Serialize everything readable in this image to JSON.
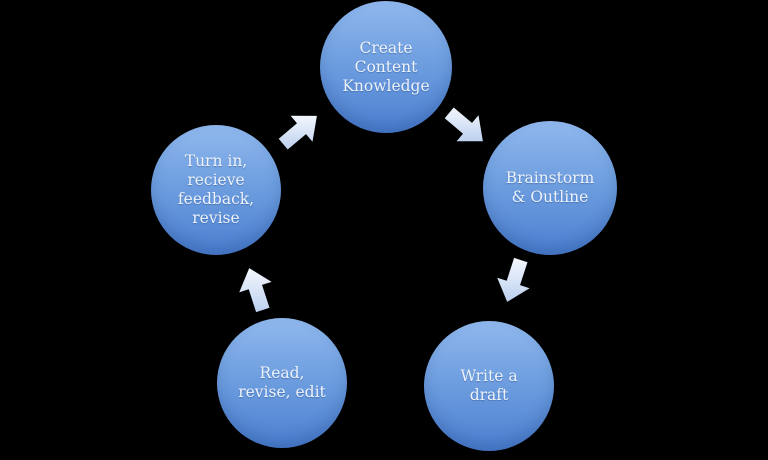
{
  "colors": {
    "background": "#000000",
    "node_fill_top": "#90b8ed",
    "node_fill_bottom": "#4c80d1",
    "node_text": "#eef3fb",
    "arrow_fill_light": "#f3f7fd",
    "arrow_fill_dark": "#bdd0ef"
  },
  "diagram": {
    "type": "cycle",
    "nodes": [
      {
        "id": "create-content-knowledge",
        "label": "Create\nContent\nKnowledge"
      },
      {
        "id": "brainstorm-outline",
        "label": "Brainstorm\n& Outline"
      },
      {
        "id": "write-a-draft",
        "label": "Write a\ndraft"
      },
      {
        "id": "read-revise-edit",
        "label": "Read,\nrevise, edit"
      },
      {
        "id": "turn-in-recieve-feedback-revise",
        "label": "Turn in,\nrecieve\nfeedback,\nrevise"
      }
    ],
    "arrows": [
      {
        "from": "turn-in-recieve-feedback-revise",
        "to": "create-content-knowledge",
        "direction": "up-right"
      },
      {
        "from": "create-content-knowledge",
        "to": "brainstorm-outline",
        "direction": "down-right"
      },
      {
        "from": "brainstorm-outline",
        "to": "write-a-draft",
        "direction": "down-left"
      },
      {
        "from": "read-revise-edit",
        "to": "turn-in-recieve-feedback-revise",
        "direction": "up-left"
      }
    ]
  }
}
